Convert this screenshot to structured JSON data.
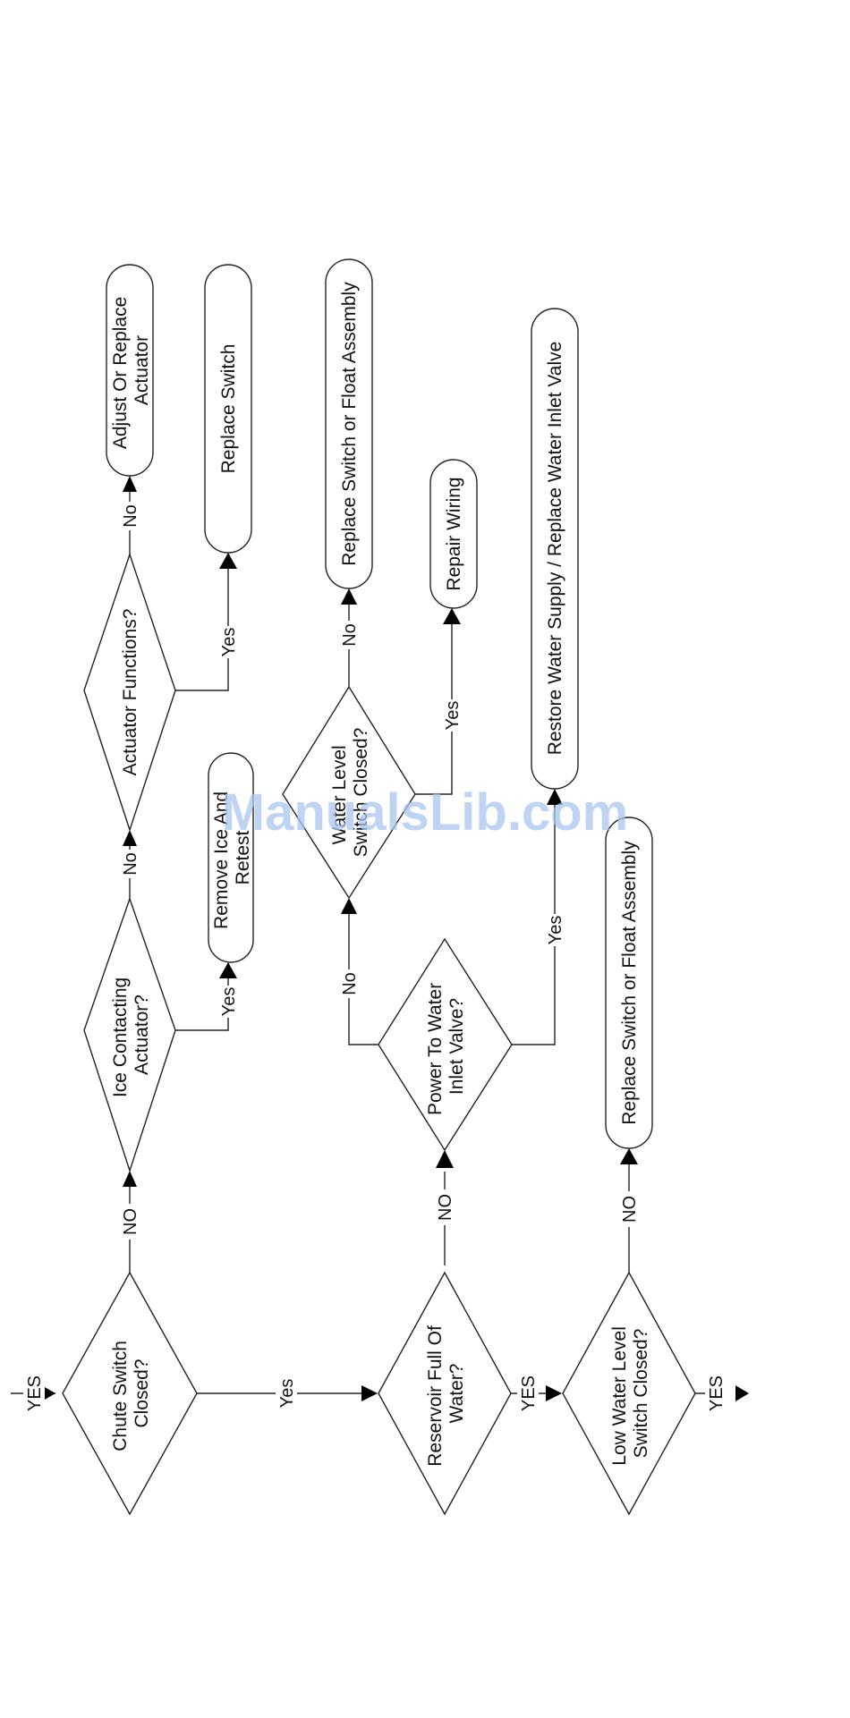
{
  "nodes": {
    "chute": [
      "Chute Switch",
      "Closed?"
    ],
    "ice_contacting": [
      "Ice Contacting",
      "Actuator?"
    ],
    "actuator_functions": [
      "Actuator Functions?"
    ],
    "adjust_actuator": [
      "Adjust Or Replace",
      "Actuator"
    ],
    "replace_switch": [
      "Replace Switch"
    ],
    "remove_ice": [
      "Remove Ice And",
      "Retest"
    ],
    "reservoir": [
      "Reservoir Full Of",
      "Water?"
    ],
    "power_valve": [
      "Power To Water",
      "Inlet Valve?"
    ],
    "water_level": [
      "Water Level",
      "Switch Closed?"
    ],
    "replace_float_1": [
      "Replace Switch or Float Assembly"
    ],
    "repair_wiring": [
      "Repair Wiring"
    ],
    "restore_water": [
      "Restore Water Supply / Replace Water Inlet Valve"
    ],
    "low_water": [
      "Low Water Level",
      "Switch Closed?"
    ],
    "replace_float_2": [
      "Replace Switch or Float Assembly"
    ]
  },
  "edges": {
    "entry_yes": "YES",
    "chute_no": "NO",
    "chute_yes": "Yes",
    "ice_no": "No",
    "ice_yes": "Yes",
    "actuator_no": "No",
    "actuator_yes": "Yes",
    "reservoir_yes": "YES",
    "reservoir_no": "NO",
    "power_no": "No",
    "power_yes": "Yes",
    "water_level_no": "No",
    "water_level_yes": "Yes",
    "low_water_no": "NO",
    "low_water_yes": "YES"
  },
  "watermark": "ManualsLib.com"
}
